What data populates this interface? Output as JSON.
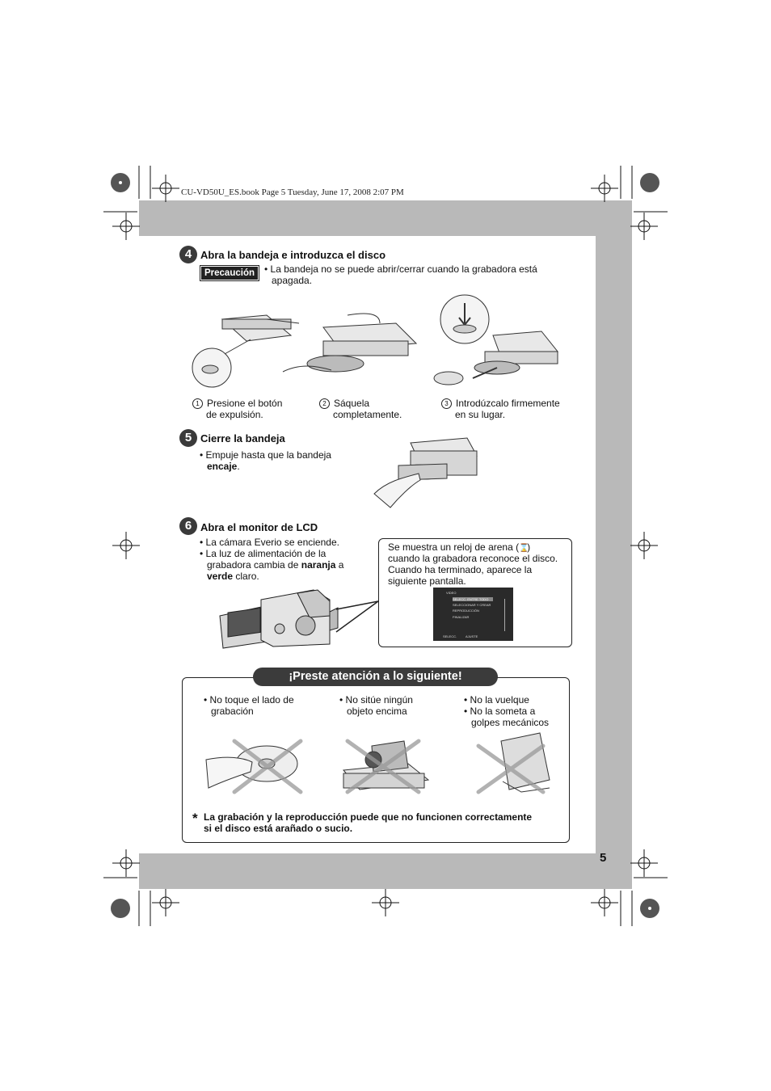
{
  "header": {
    "book_info": "CU-VD50U_ES.book  Page 5  Tuesday, June 17, 2008  2:07 PM"
  },
  "step4": {
    "number": "4",
    "title": "Abra la bandeja e introduzca el disco",
    "caution_label": "Precaución",
    "caution_line1": "• La bandeja no se puede abrir/cerrar cuando la grabadora está",
    "caution_line2": "apagada.",
    "sub1_num": "1",
    "sub1_line1": "Presione el botón",
    "sub1_line2": "de expulsión.",
    "sub2_num": "2",
    "sub2_line1": "Sáquela",
    "sub2_line2": "completamente.",
    "sub3_num": "3",
    "sub3_line1": "Introdúzcalo firmemente",
    "sub3_line2": "en su lugar."
  },
  "step5": {
    "number": "5",
    "title": "Cierre la bandeja",
    "line1": "• Empuje hasta que la bandeja",
    "line2_bold": "encaje",
    "line2_end": "."
  },
  "step6": {
    "number": "6",
    "title": "Abra el monitor de LCD",
    "bullet1": "• La cámara Everio se enciende.",
    "bullet2_line1": "• La luz de alimentación de la",
    "bullet2_line2_a": "grabadora cambia de ",
    "bullet2_line2_bold": "naranja",
    "bullet2_line2_c": " a",
    "bullet2_line3_bold": "verde",
    "bullet2_line3_end": " claro.",
    "callout_line1": "Se muestra un reloj de arena (",
    "callout_line1_end": ")",
    "callout_line2": "cuando la grabadora reconoce el disco.",
    "callout_line3": "Cuando ha terminado, aparece la",
    "callout_line4": "siguiente pantalla.",
    "lcd": {
      "title": "VIDEO",
      "items": [
        "SELECC. ENTRE TODO",
        "SELECCIONAR Y CREAR",
        "REPRODUCCIÓN",
        "FINALIZAR"
      ],
      "footer_left": "SELECC.",
      "footer_right": "AJUSTE"
    }
  },
  "attention": {
    "title": "¡Preste atención a lo siguiente!",
    "col1_line1": "• No toque el lado de",
    "col1_line2": "grabación",
    "col2_line1": "• No sitúe ningún",
    "col2_line2": "objeto encima",
    "col3_line1": "• No la vuelque",
    "col3_line2": "• No la someta a",
    "col3_line3": "golpes mecánicos",
    "note_mark": "*",
    "note_line1": "La grabación y la reproducción puede que no funcionen correctamente",
    "note_line2": "si el disco está arañado o sucio."
  },
  "page_number": "5"
}
